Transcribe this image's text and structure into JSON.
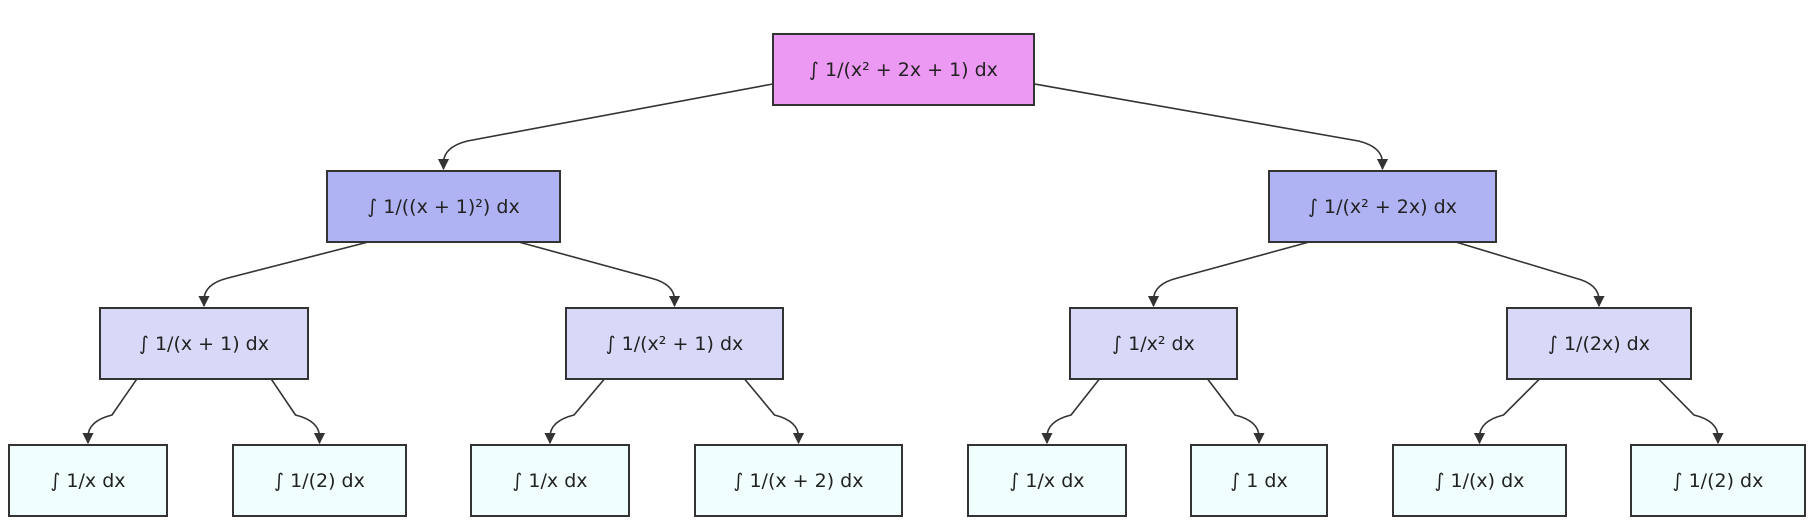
{
  "colors": {
    "root": "#ec99f3",
    "level1": "#b0b3f3",
    "level2": "#d8d9f9",
    "leaf": "#f0fefe",
    "border": "#333333",
    "edge": "#333333"
  },
  "nodes": {
    "root": "∫ 1/(x² + 2x + 1) dx",
    "l1_left": "∫ 1/((x + 1)²) dx",
    "l1_right": "∫ 1/(x² + 2x) dx",
    "l2_a": "∫ 1/(x + 1) dx",
    "l2_b": "∫ 1/(x² + 1) dx",
    "l2_c": "∫ 1/x² dx",
    "l2_d": "∫ 1/(2x) dx",
    "l3_a1": "∫ 1/x dx",
    "l3_a2": "∫ 1/(2) dx",
    "l3_b1": "∫ 1/x dx",
    "l3_b2": "∫ 1/(x + 2) dx",
    "l3_c1": "∫ 1/x dx",
    "l3_c2": "∫ 1 dx",
    "l3_d1": "∫ 1/(x) dx",
    "l3_d2": "∫ 1/(2) dx"
  },
  "edges": [
    [
      "root",
      "l1_left"
    ],
    [
      "root",
      "l1_right"
    ],
    [
      "l1_left",
      "l2_a"
    ],
    [
      "l1_left",
      "l2_b"
    ],
    [
      "l1_right",
      "l2_c"
    ],
    [
      "l1_right",
      "l2_d"
    ],
    [
      "l2_a",
      "l3_a1"
    ],
    [
      "l2_a",
      "l3_a2"
    ],
    [
      "l2_b",
      "l3_b1"
    ],
    [
      "l2_b",
      "l3_b2"
    ],
    [
      "l2_c",
      "l3_c1"
    ],
    [
      "l2_c",
      "l3_c2"
    ],
    [
      "l2_d",
      "l3_d1"
    ],
    [
      "l2_d",
      "l3_d2"
    ]
  ]
}
